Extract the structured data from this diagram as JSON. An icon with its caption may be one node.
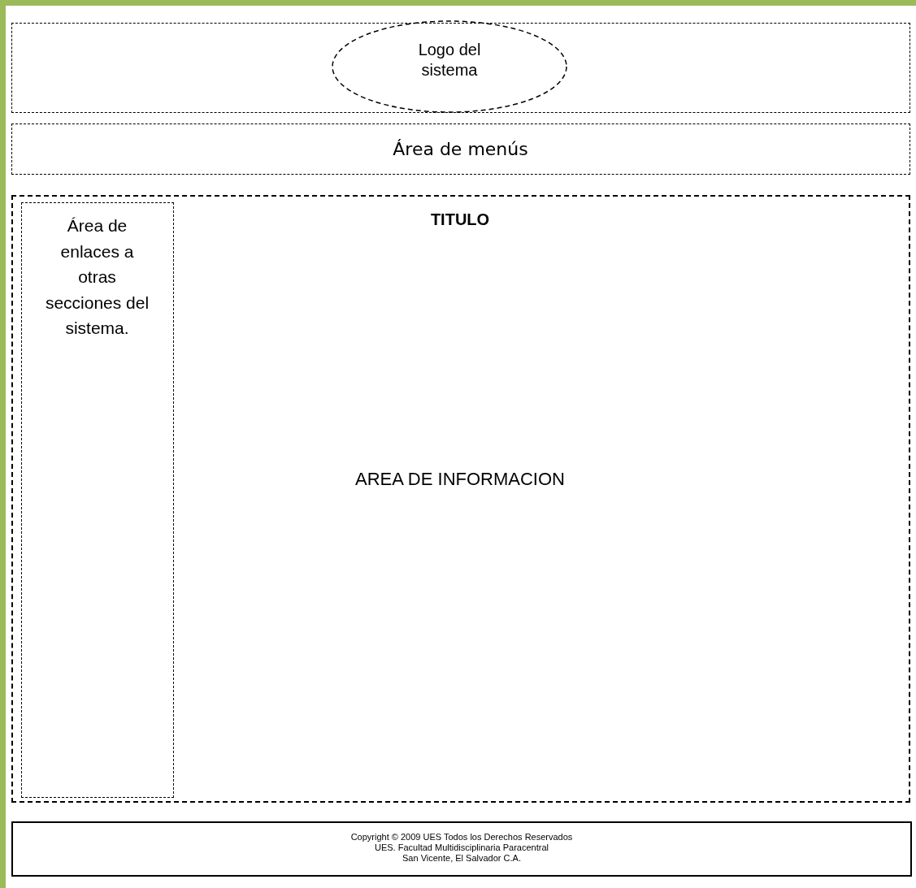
{
  "diagram": {
    "nodes": [
      {
        "text": [],
        "shape": "box"
      },
      {
        "text": [
          "Logo del sistema"
        ],
        "in": 0
      },
      {
        "text": [
          "Área de menús"
        ]
      },
      {
        "text": [
          "TITULO",
          "AREA DE INFORMACION"
        ]
      },
      {
        "text": [
          "Área de enlaces a otras secciones del sistema."
        ],
        "in": 3
      },
      {
        "text": [
          "Copyright © 2009 UES Todos los Derechos Reservados",
          "UES. Facultad Multidisciplinaria Paracentral",
          "San Vicente, El Salvador C.A."
        ]
      }
    ]
  }
}
